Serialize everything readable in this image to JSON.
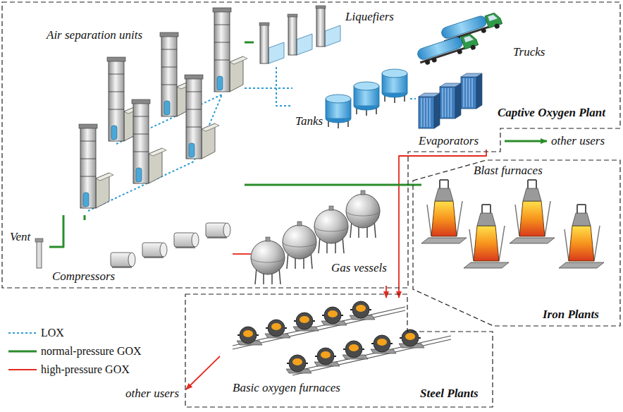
{
  "diagram": {
    "nodes": [
      {
        "text": [
          "Captive Oxygen Plant"
        ]
      },
      {
        "text": [
          "Air separation units"
        ],
        "in": 0
      },
      {
        "text": [
          "Liquefiers"
        ],
        "in": 0
      },
      {
        "text": [
          "Tanks"
        ],
        "in": 0
      },
      {
        "text": [
          "Evaporators"
        ],
        "in": 0
      },
      {
        "text": [
          "Trucks"
        ],
        "in": 0
      },
      {
        "text": [
          "Vent"
        ],
        "in": 0
      },
      {
        "text": [
          "Compressors"
        ],
        "in": 0
      },
      {
        "text": [
          "Gas vessels"
        ],
        "in": 0
      },
      {
        "text": [
          "Iron Plants"
        ]
      },
      {
        "text": [
          "Blast furnaces"
        ],
        "in": 9
      },
      {
        "text": [
          "Steel Plants"
        ]
      },
      {
        "text": [
          "Basic oxygen furnaces"
        ],
        "in": 11
      }
    ],
    "edges": [
      {
        "from": 1,
        "to": 2,
        "arrow": "none"
      },
      {
        "from": 2,
        "to": 3,
        "arrow": "none"
      },
      {
        "from": 1,
        "to": 3,
        "arrow": "none"
      },
      {
        "from": 3,
        "to": 4,
        "arrow": "none"
      },
      {
        "from": 1,
        "to": 6,
        "arrow": "none"
      },
      {
        "from": 1,
        "to": 7,
        "arrow": "none"
      },
      {
        "from": 7,
        "to": 8,
        "arrow": "none"
      },
      {
        "from": 8,
        "to": 12,
        "arrow": "to"
      },
      {
        "from": 4,
        "to": 12,
        "arrow": "to"
      },
      {
        "from": 1,
        "to": 10,
        "arrow": "none"
      }
    ],
    "labels": [
      "other users",
      "other users"
    ],
    "legend": [
      {
        "text": "LOX"
      },
      {
        "text": "normal-pressure GOX"
      },
      {
        "text": "high-pressure GOX"
      }
    ]
  }
}
